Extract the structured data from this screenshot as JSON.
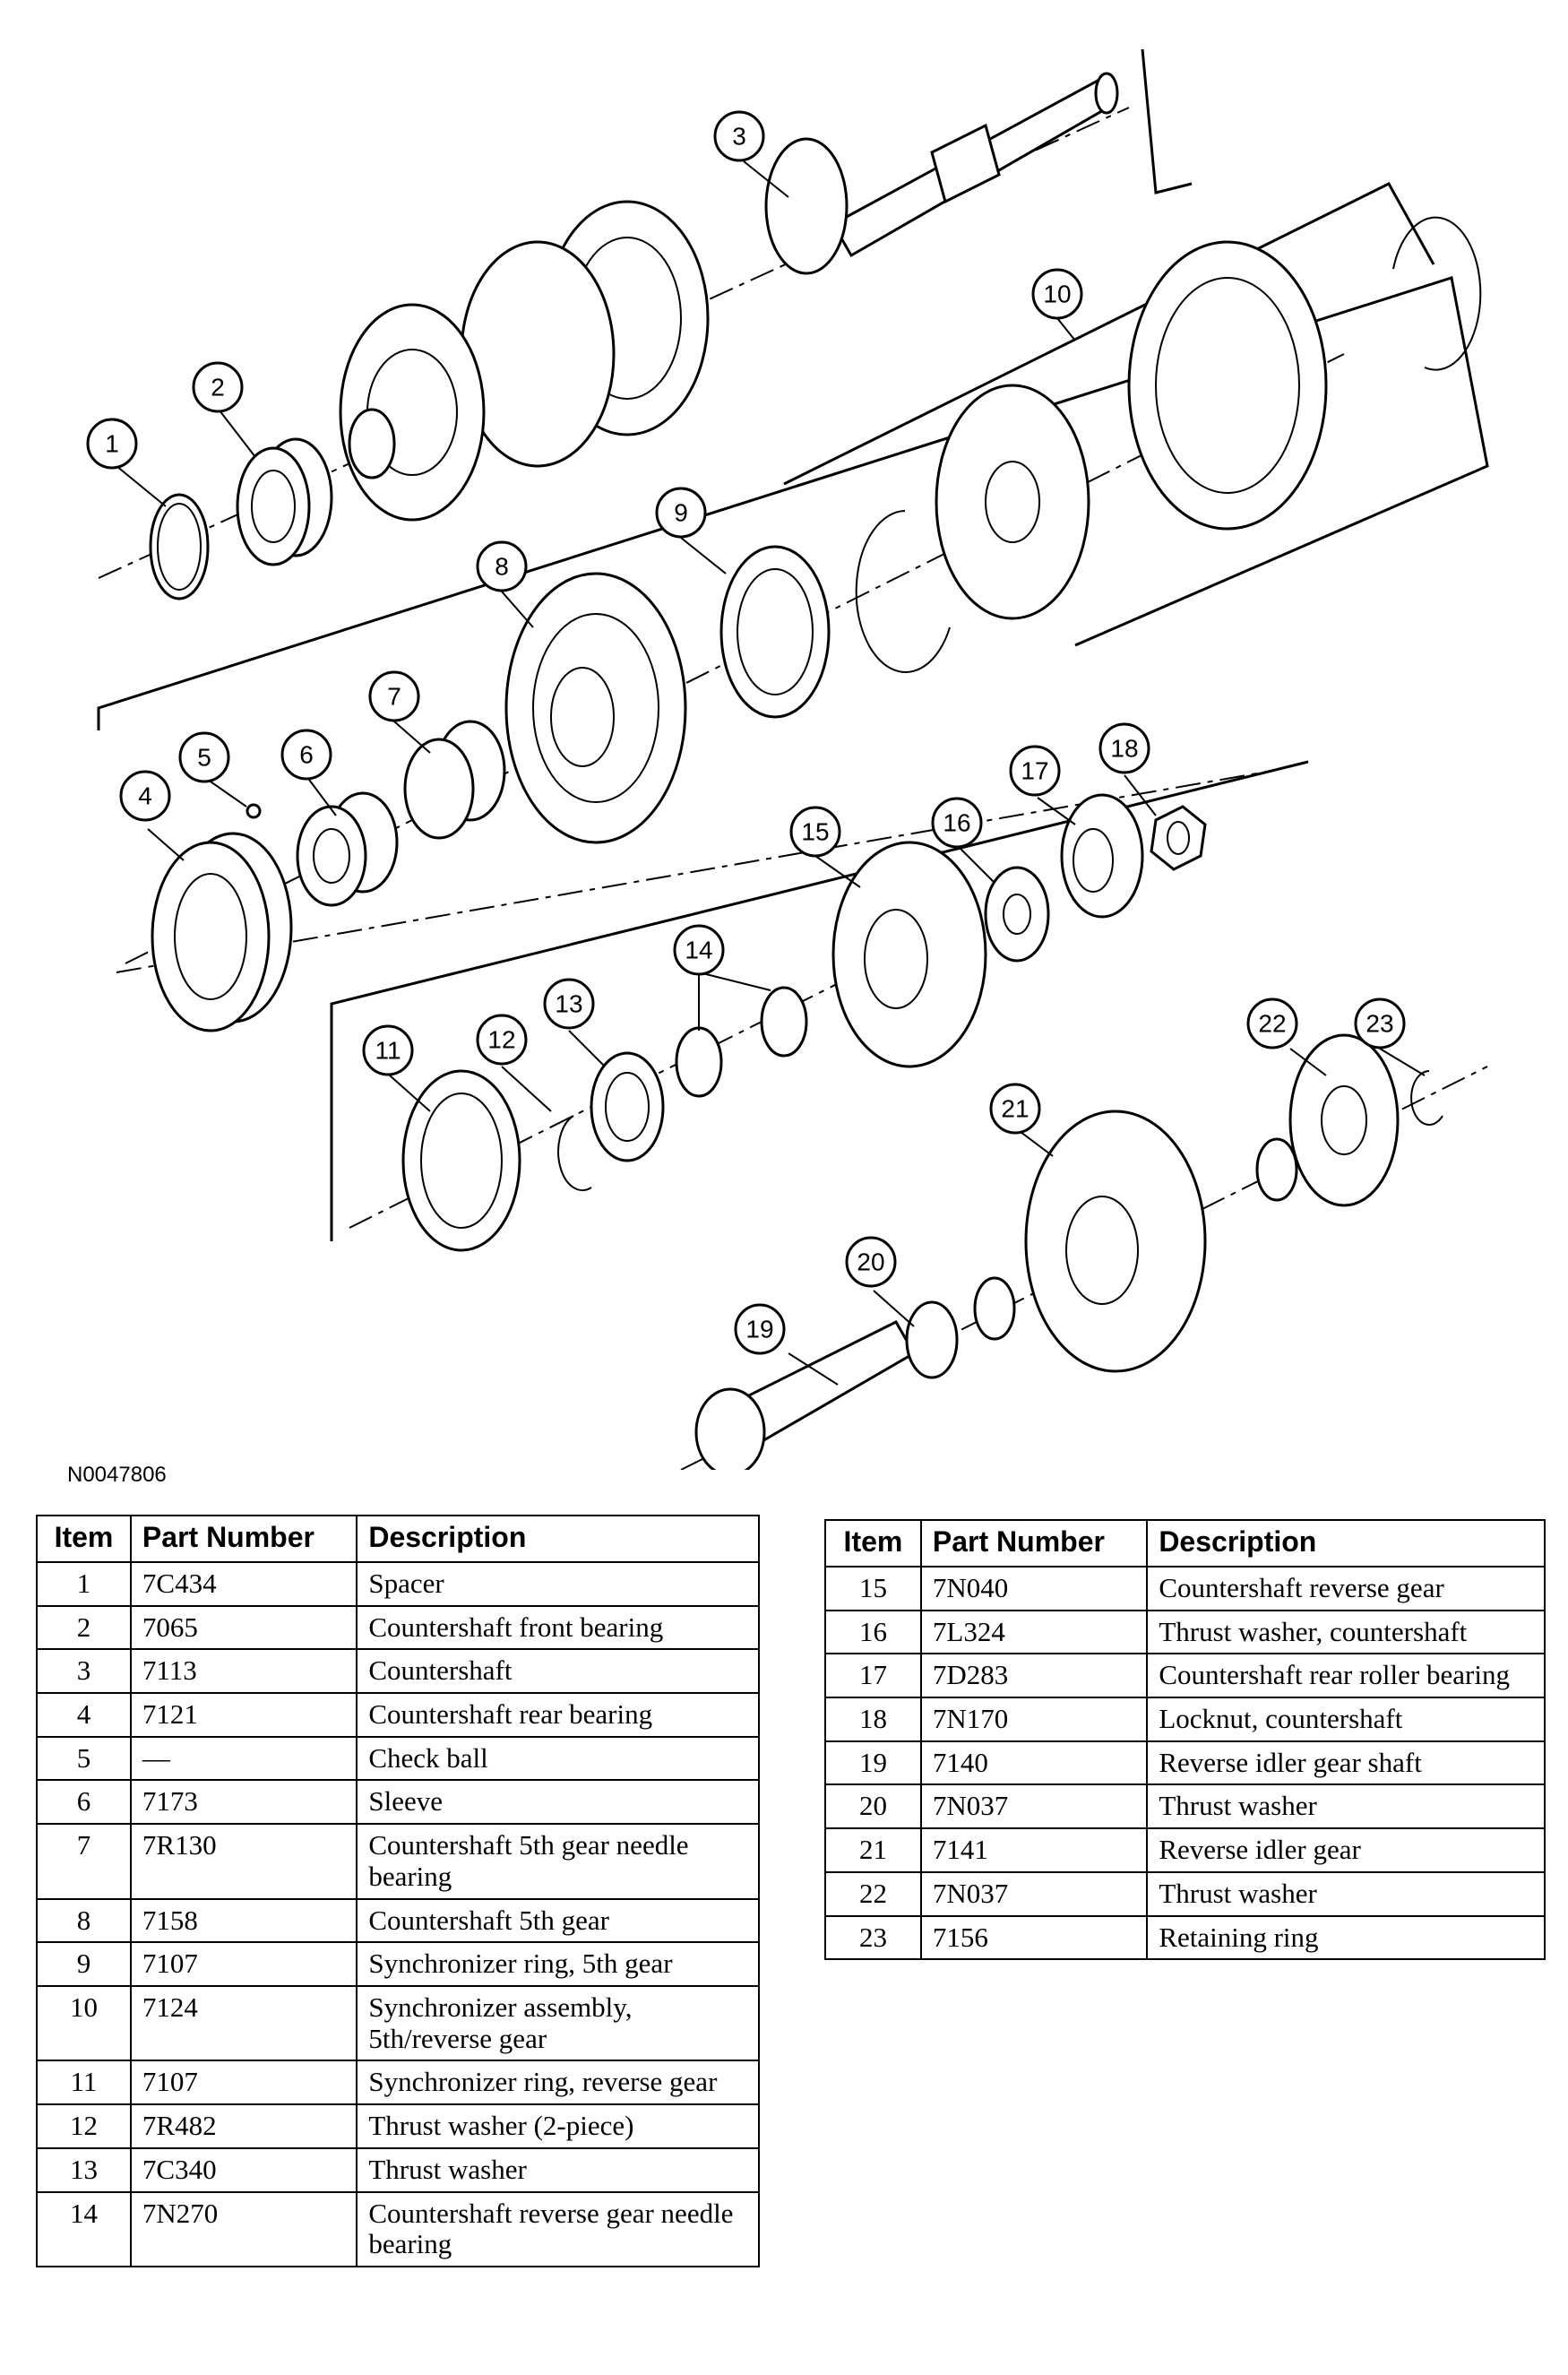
{
  "figure_id": "N0047806",
  "callouts": [
    "1",
    "2",
    "3",
    "4",
    "5",
    "6",
    "7",
    "8",
    "9",
    "10",
    "11",
    "12",
    "13",
    "14",
    "15",
    "16",
    "17",
    "18",
    "19",
    "20",
    "21",
    "22",
    "23"
  ],
  "table": {
    "headers": {
      "item": "Item",
      "part_number": "Part Number",
      "description": "Description"
    },
    "left": [
      {
        "item": "1",
        "part_number": "7C434",
        "description": "Spacer"
      },
      {
        "item": "2",
        "part_number": "7065",
        "description": "Countershaft front bearing"
      },
      {
        "item": "3",
        "part_number": "7113",
        "description": "Countershaft"
      },
      {
        "item": "4",
        "part_number": "7121",
        "description": "Countershaft rear bearing"
      },
      {
        "item": "5",
        "part_number": "—",
        "description": "Check ball"
      },
      {
        "item": "6",
        "part_number": "7173",
        "description": "Sleeve"
      },
      {
        "item": "7",
        "part_number": "7R130",
        "description": "Countershaft 5th gear needle bearing"
      },
      {
        "item": "8",
        "part_number": "7158",
        "description": "Countershaft 5th gear"
      },
      {
        "item": "9",
        "part_number": "7107",
        "description": "Synchronizer ring, 5th gear"
      },
      {
        "item": "10",
        "part_number": "7124",
        "description": "Synchronizer assembly, 5th/reverse gear"
      },
      {
        "item": "11",
        "part_number": "7107",
        "description": "Synchronizer ring, reverse gear"
      },
      {
        "item": "12",
        "part_number": "7R482",
        "description": "Thrust washer (2-piece)"
      },
      {
        "item": "13",
        "part_number": "7C340",
        "description": "Thrust washer"
      },
      {
        "item": "14",
        "part_number": "7N270",
        "description": "Countershaft reverse gear needle bearing"
      }
    ],
    "right": [
      {
        "item": "15",
        "part_number": "7N040",
        "description": "Countershaft reverse gear"
      },
      {
        "item": "16",
        "part_number": "7L324",
        "description": "Thrust washer, countershaft"
      },
      {
        "item": "17",
        "part_number": "7D283",
        "description": "Countershaft rear roller bearing"
      },
      {
        "item": "18",
        "part_number": "7N170",
        "description": "Locknut, countershaft"
      },
      {
        "item": "19",
        "part_number": "7140",
        "description": "Reverse idler gear shaft"
      },
      {
        "item": "20",
        "part_number": "7N037",
        "description": "Thrust washer"
      },
      {
        "item": "21",
        "part_number": "7141",
        "description": "Reverse idler gear"
      },
      {
        "item": "22",
        "part_number": "7N037",
        "description": "Thrust washer"
      },
      {
        "item": "23",
        "part_number": "7156",
        "description": "Retaining ring"
      }
    ]
  }
}
